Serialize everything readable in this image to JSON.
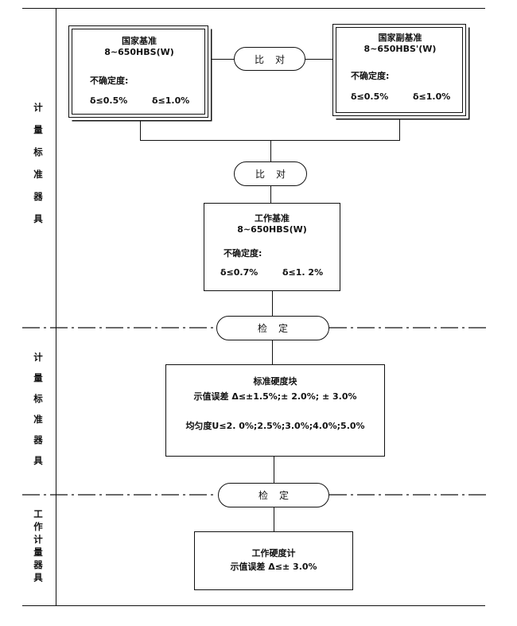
{
  "left_labels": {
    "section1": [
      "计",
      "量",
      "标",
      "准",
      "器",
      "具"
    ],
    "section2": [
      "计",
      "量",
      "标",
      "准",
      "器",
      "具"
    ],
    "section3": [
      "工",
      "作",
      "计",
      "量",
      "器",
      "具"
    ]
  },
  "box_national": {
    "title": "国家基准",
    "range": "8~650HBS(W)",
    "uncertainty_label": "不确定度:",
    "delta1": "δ≤0.5%",
    "delta2": "δ≤1.0%"
  },
  "box_national_sub": {
    "title": "国家副基准",
    "range": "8~650HBS'(W)",
    "uncertainty_label": "不确定度:",
    "delta1": "δ≤0.5%",
    "delta2": "δ≤1.0%"
  },
  "pill_compare1": "比对",
  "pill_compare2": "比对",
  "box_working": {
    "title": "工作基准",
    "range": "8~650HBS(W)",
    "uncertainty_label": "不确定度:",
    "delta1": "δ≤0.7%",
    "delta2": "δ≤1. 2%"
  },
  "pill_verify1": "检定",
  "box_standard_block": {
    "title": "标准硬度块",
    "error": "示值误差 Δ≤±1.5%;± 2.0%; ± 3.0%",
    "uniformity": "均匀度U≤2. 0%;2.5%;3.0%;4.0%;5.0%"
  },
  "pill_verify2": "检定",
  "box_tester": {
    "title": "工作硬度计",
    "error": "示值误差  Δ≤± 3.0%"
  }
}
